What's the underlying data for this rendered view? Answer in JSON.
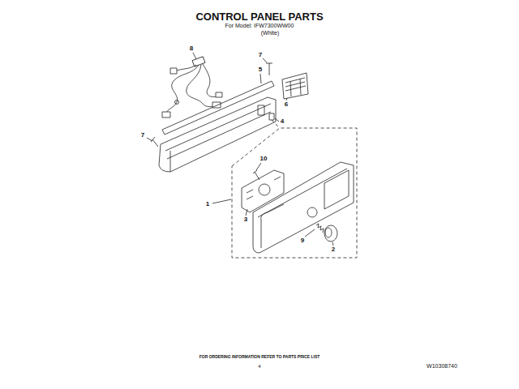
{
  "diagram": {
    "title": "CONTROL PANEL PARTS",
    "labels": [
      "For Model: IFW7300WW00",
      "(White)",
      "8",
      "7",
      "5",
      "6",
      "4",
      "7",
      "10",
      "1",
      "3",
      "9",
      "2",
      "FOR ORDERING INFORMATION REFER TO PARTS PRICE LIST",
      "4",
      "W10308740"
    ]
  }
}
